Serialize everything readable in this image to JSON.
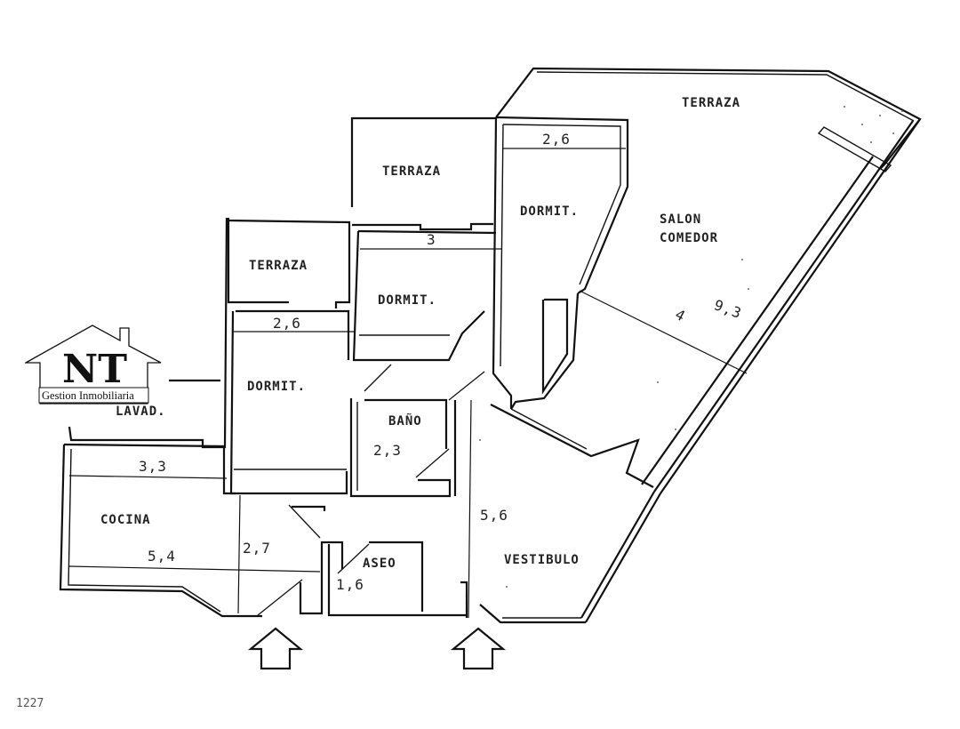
{
  "floorplan": {
    "rooms": {
      "terraza_main": "TERRAZA",
      "terraza_mid": "TERRAZA",
      "terraza_left": "TERRAZA",
      "dormit_1": "DORMIT.",
      "dormit_2": "DORMIT.",
      "dormit_3": "DORMIT.",
      "salon": "SALON",
      "comedor": "COMEDOR",
      "lavad": "LAVAD.",
      "bano": "BAÑO",
      "cocina": "COCINA",
      "aseo": "ASEO",
      "vestibulo": "VESTIBULO"
    },
    "dimensions": {
      "dormit_1_width": "2,6",
      "dormit_2_width": "3",
      "dormit_3_width": "2,6",
      "salon_width": "4",
      "salon_length": "9,3",
      "lavad_width": "3,3",
      "cocina_length": "5,4",
      "pasillo_width": "2,7",
      "bano_width": "2,3",
      "aseo_width": "1,6",
      "vestibulo_length": "5,6"
    },
    "entrances": [
      "entrance-arrow",
      "entrance-arrow"
    ]
  },
  "logo": {
    "initials": "NT",
    "company": "Gestion Inmobiliaria"
  },
  "reference_code": "1227"
}
